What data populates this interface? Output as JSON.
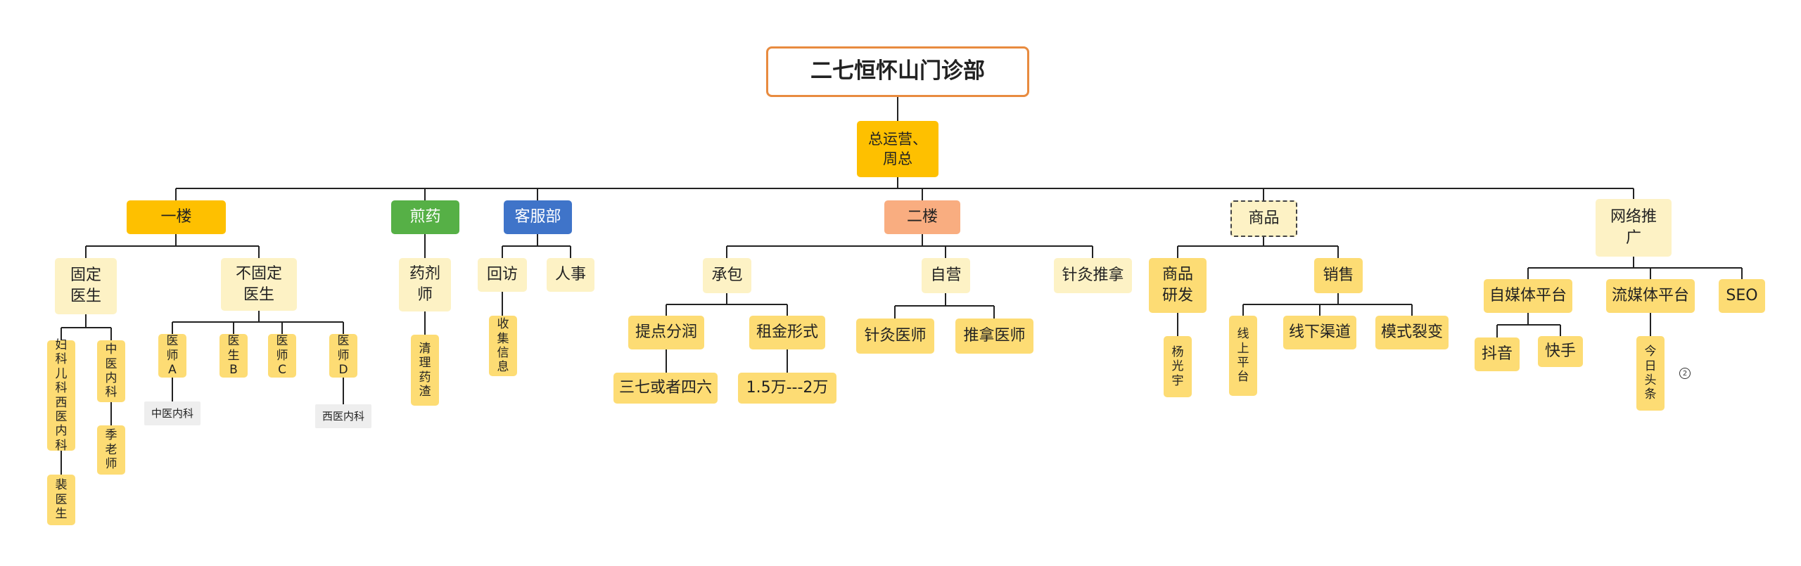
{
  "nodes": {
    "root": "二七恒怀山门诊部",
    "hub": "总运营、\n周总",
    "floor1": "一楼",
    "jianyao": "煎药",
    "kefu": "客服部",
    "floor2": "二楼",
    "shangpin": "商品",
    "wangluo": "网络推\n广",
    "guding": "固定\n医生",
    "buguding": "不固定\n医生",
    "fuke": "妇\n科\n儿\n科\n西\n医\n内\n科",
    "pei": "裴\n医\n生",
    "zhongyi_nei": "中\n医\n内\n科",
    "ji": "季\n老\n师",
    "yishi_a": "医\n师\nA",
    "yishi_b": "医\n生\nB",
    "yishi_c": "医\n师\nC",
    "yishi_d": "医\n师\nD",
    "zhongyi_tag": "中医内科",
    "xiyi_tag": "西医内科",
    "yaoji": "药剂\n师",
    "qingli": "清\n理\n药\n渣",
    "huifang": "回访",
    "renshi": "人事",
    "shouji": "收\n集\n信\n息",
    "chengbao": "承包",
    "ziying": "自营",
    "zhenjiu_tuina": "针灸推拿",
    "tidian": "提点分润",
    "zujin": "租金形式",
    "sanqi": "三七或者四六",
    "wan": "1.5万---2万",
    "zhenjiu_ys": "针灸医师",
    "tuina_ys": "推拿医师",
    "sp_yanfa": "商品\n研发",
    "xiaoshou": "销售",
    "yang": "杨\n光\n宇",
    "xianshang": "线\n上\n平\n台",
    "xianxia": "线下渠道",
    "moshi": "模式裂变",
    "zimeiti": "自媒体平台",
    "liumeiti": "流媒体平台",
    "seo": "SEO",
    "douyin": "抖音",
    "kuaishou": "快手",
    "toutiao": "今\n日\n头\n条",
    "marker": "2"
  }
}
